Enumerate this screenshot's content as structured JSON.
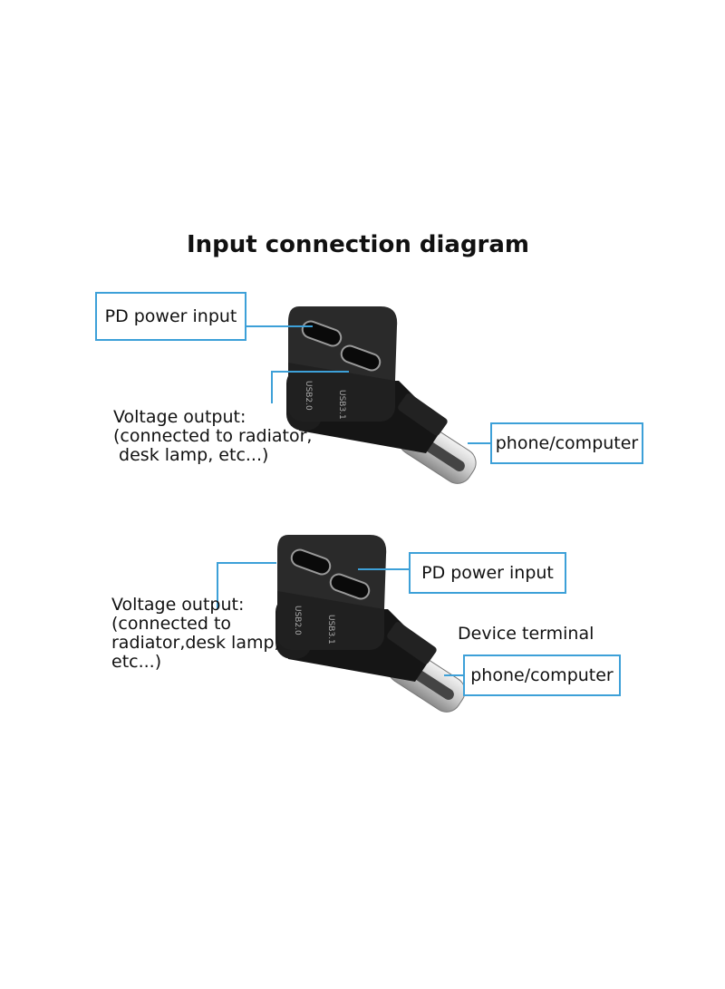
{
  "title": "Input connection diagram",
  "diagram1": {
    "pd_label": "PD power input",
    "voltage_label": "Voltage output:\n(connected to radiator,\n desk lamp, etc...)",
    "device_label": "phone/computer",
    "port_labels": [
      "USB2.0",
      "USB3.1"
    ]
  },
  "diagram2": {
    "pd_label": "PD power input",
    "voltage_label": "Voltage output:\n(connected to\nradiator,desk lamp,\netc...)",
    "device_terminal_label": "Device terminal",
    "device_label": "phone/computer",
    "port_labels": [
      "USB2.0",
      "USB3.1"
    ]
  },
  "colors": {
    "callout": "#3da0d8",
    "adapter_body": "#1a1a1a",
    "plug_metal": "#d8d8d8"
  }
}
